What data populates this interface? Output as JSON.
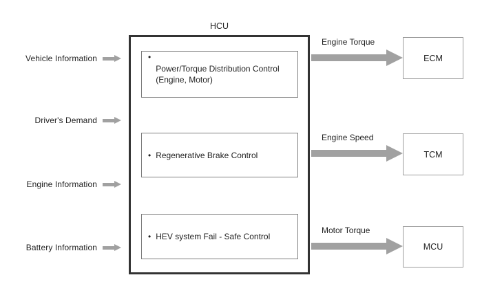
{
  "hcu": {
    "title": "HCU",
    "functions": [
      {
        "bullet": "•",
        "line1": "Power/Torque Distribution Control",
        "line2": "(Engine, Motor)"
      },
      {
        "bullet": "•",
        "line1": "Regenerative Brake Control"
      },
      {
        "bullet": "•",
        "line1": "HEV system Fail - Safe Control"
      }
    ]
  },
  "inputs": [
    {
      "label": "Vehicle Information"
    },
    {
      "label": "Driver's Demand"
    },
    {
      "label": "Engine Information"
    },
    {
      "label": "Battery Information"
    }
  ],
  "outputs": [
    {
      "label": "Engine Torque",
      "target": "ECM"
    },
    {
      "label": "Engine Speed",
      "target": "TCM"
    },
    {
      "label": "Motor Torque",
      "target": "MCU"
    }
  ],
  "colors": {
    "background": "#ffffff",
    "arrow": "#a1a1a1",
    "outer_border": "#333333",
    "inner_border": "#7d7d7d",
    "target_border": "#9c9c9c",
    "text": "#1f1f1f"
  }
}
